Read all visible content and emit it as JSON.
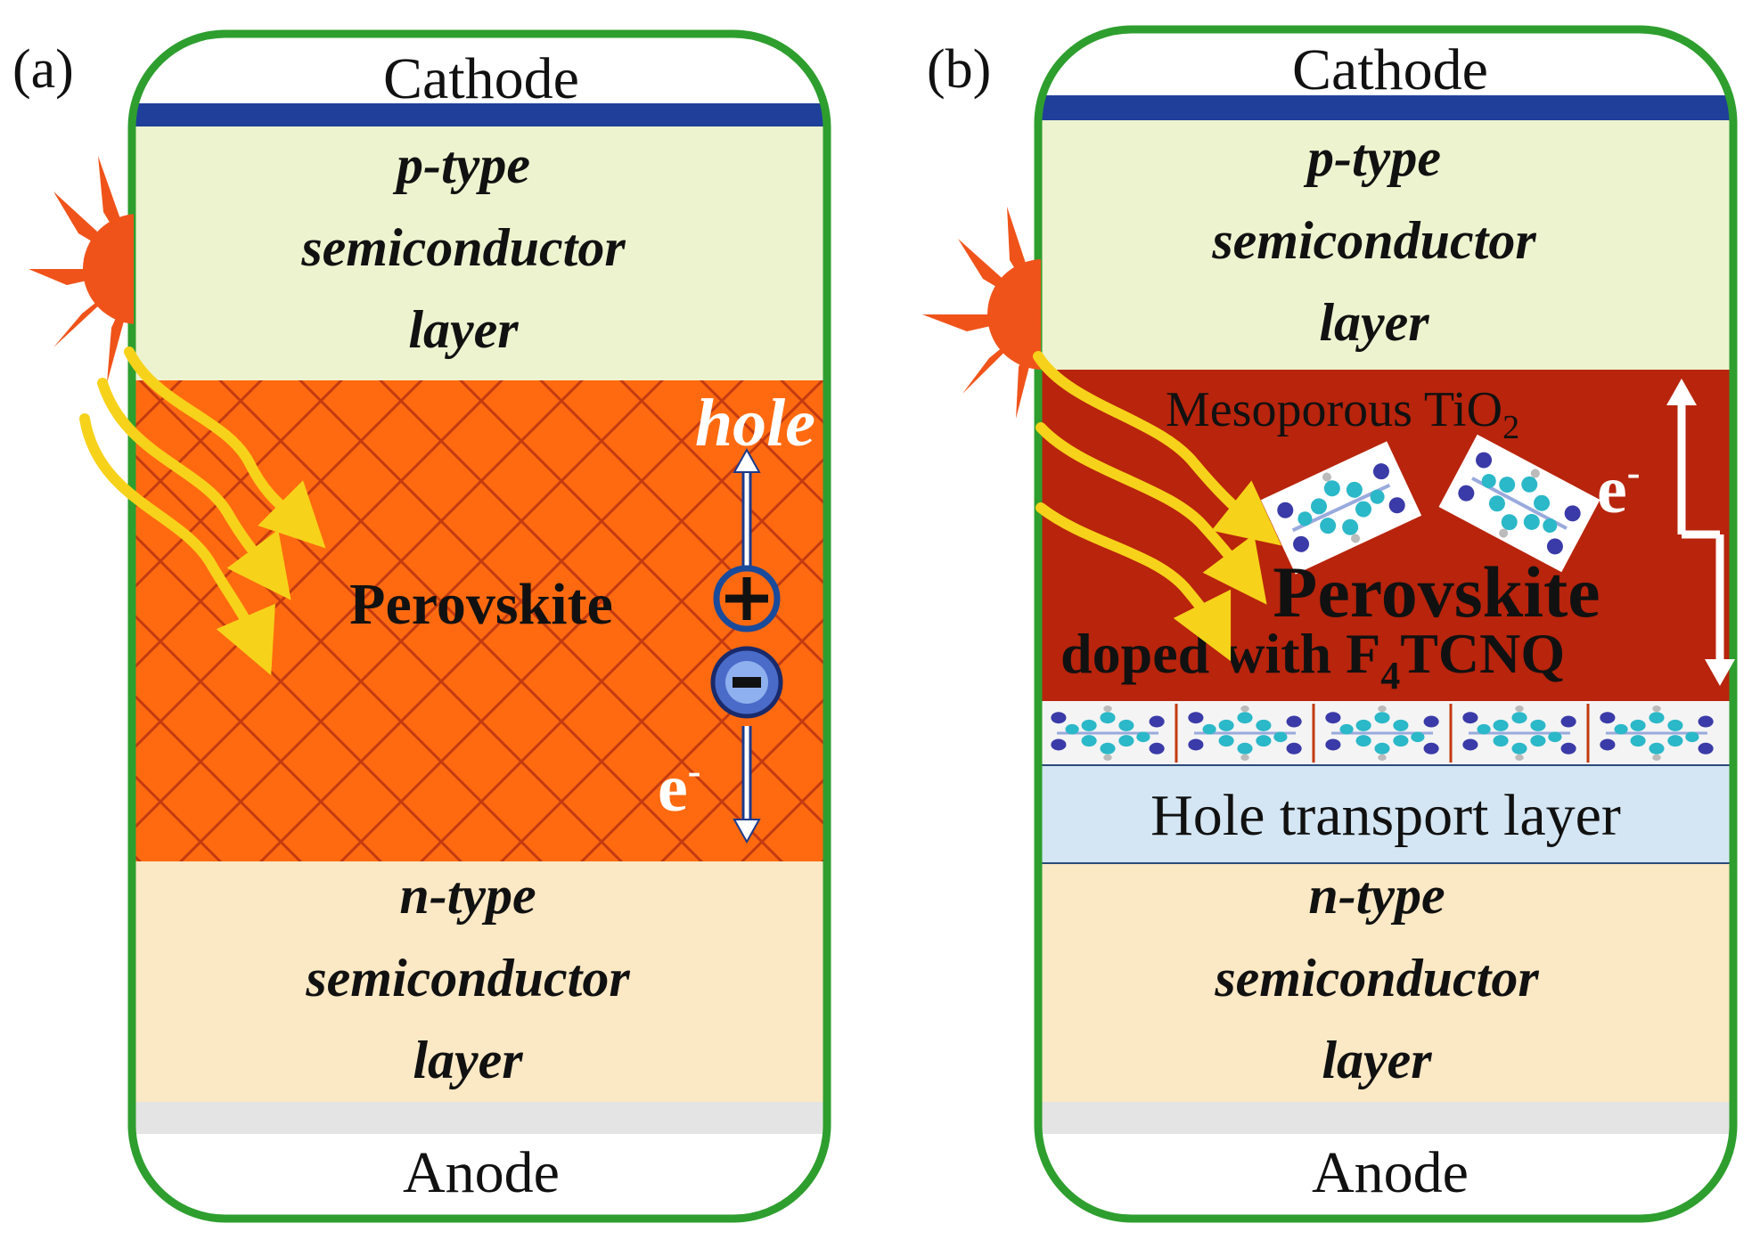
{
  "panels": {
    "a": {
      "label": "(a)",
      "cathode": "Cathode",
      "p_layer": [
        "p-type",
        "semiconductor",
        "layer"
      ],
      "perovskite": "Perovskite",
      "hole": "hole",
      "electron": "e",
      "electron_sup": "-",
      "n_layer": [
        "n-type",
        "semiconductor",
        "layer"
      ],
      "anode": "Anode"
    },
    "b": {
      "label": "(b)",
      "cathode": "Cathode",
      "p_layer": [
        "p-type",
        "semiconductor",
        "layer"
      ],
      "mesoporous": "Mesoporous TiO",
      "mesoporous_sub": "2",
      "electron": "e",
      "electron_sup": "-",
      "perovskite": "Perovskite",
      "doped_prefix": "doped with F",
      "doped_sub": "4",
      "doped_suffix": "TCNQ",
      "hole_transport": "Hole transport layer",
      "n_layer": [
        "n-type",
        "semiconductor",
        "layer"
      ],
      "anode": "Anode"
    }
  },
  "colors": {
    "frame": "#2e9e2e",
    "cathode_bar": "#1f3f9a",
    "p_layer": "#edf3cf",
    "perovskite_a": "#ff6a10",
    "perovskite_b": "#b8240c",
    "n_layer": "#fbe8c4",
    "hole_transport": "#d4e6f4",
    "anode_bar": "#e4e4e4",
    "sun": "#f0531a",
    "light_arrow": "#f7d21a",
    "molecule_c": "#2bb8c8",
    "molecule_n": "#3a3aa8"
  }
}
